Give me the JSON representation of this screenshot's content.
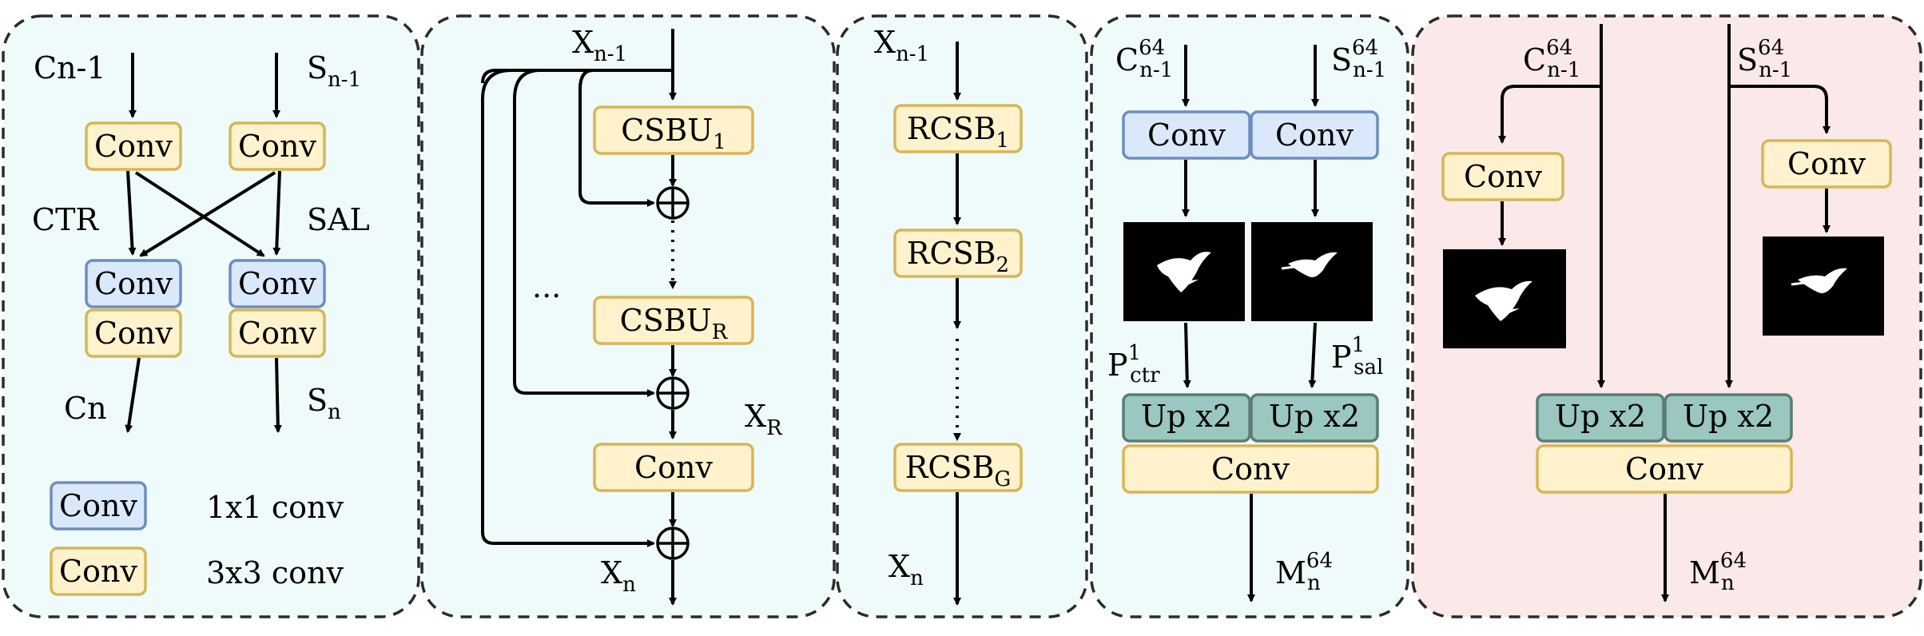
{
  "colors": {
    "panel_cyan": "#effafb",
    "panel_pink": "#fbe9e9",
    "conv3_fill": "#fff2cc",
    "conv3_stroke": "#d6b656",
    "conv1_fill": "#dae8fc",
    "conv1_stroke": "#6c8ebf",
    "up_fill": "#9ac7bf",
    "up_stroke": "#5a7d73"
  },
  "panel1": {
    "c_in": "Cn-1",
    "s_in_main": "S",
    "s_in_sub": "n-1",
    "conv_a": "Conv",
    "conv_b": "Conv",
    "ctr": "CTR",
    "sal": "SAL",
    "conv_c": "Conv",
    "conv_d": "Conv",
    "conv_e": "Conv",
    "conv_f": "Conv",
    "c_out": "Cn",
    "s_out_main": "S",
    "s_out_sub": "n",
    "legend": [
      {
        "box": "Conv",
        "text": "1x1 conv"
      },
      {
        "box": "Conv",
        "text": "3x3 conv"
      }
    ]
  },
  "panel2": {
    "x_in_main": "X",
    "x_in_sub": "n-1",
    "csbu1_main": "CSBU",
    "csbu1_sub": "1",
    "csbur_main": "CSBU",
    "csbur_sub": "R",
    "dots": "...",
    "conv": "Conv",
    "xr_main": "X",
    "xr_sub": "R",
    "x_out_main": "X",
    "x_out_sub": "n"
  },
  "panel3": {
    "x_in_main": "X",
    "x_in_sub": "n-1",
    "rcsb1_main": "RCSB",
    "rcsb1_sub": "1",
    "rcsb2_main": "RCSB",
    "rcsb2_sub": "2",
    "rcsbg_main": "RCSB",
    "rcsbg_sub": "G",
    "x_out_main": "X",
    "x_out_sub": "n"
  },
  "panel4": {
    "c_main": "C",
    "c_sup": "64",
    "c_sub": "n-1",
    "s_main": "S",
    "s_sup": "64",
    "s_sub": "n-1",
    "conv_l": "Conv",
    "conv_r": "Conv",
    "p_main_l": "P",
    "p_sup_l": "1",
    "p_sub_l": "ctr",
    "p_main_r": "P",
    "p_sup_r": "1",
    "p_sub_r": "sal",
    "up_l": "Up x2",
    "up_r": "Up x2",
    "conv_bottom": "Conv",
    "m_main": "M",
    "m_sup": "64",
    "m_sub": "n"
  },
  "panel5": {
    "c_main": "C",
    "c_sup": "64",
    "c_sub": "n-1",
    "s_main": "S",
    "s_sup": "64",
    "s_sub": "n-1",
    "conv_l": "Conv",
    "conv_r": "Conv",
    "up_l": "Up x2",
    "up_r": "Up x2",
    "conv_bottom": "Conv",
    "m_main": "M",
    "m_sup": "64",
    "m_sub": "n"
  }
}
